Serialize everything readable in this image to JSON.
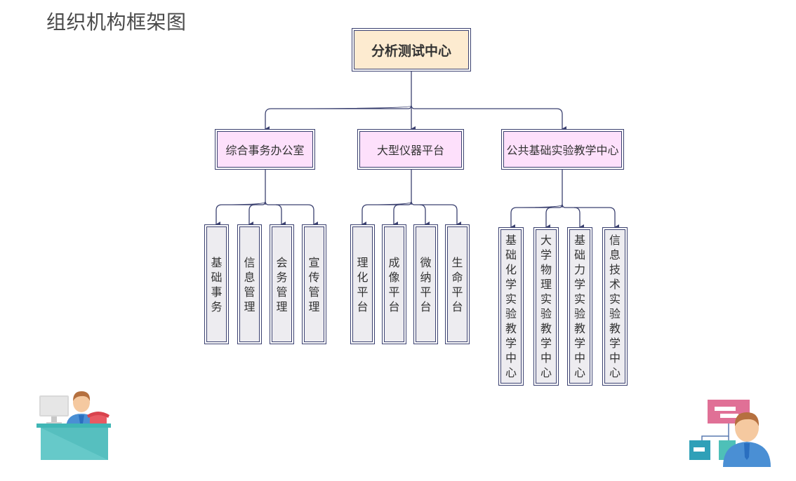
{
  "title": "组织机构框架图",
  "colors": {
    "line": "#3b4170",
    "root_fill": "#fdebd0",
    "level2_fill": "#fde0fb",
    "leaf_fill": "#edecf0"
  },
  "root": {
    "label": "分析测试中心"
  },
  "departments": [
    {
      "label": "综合事务办公室",
      "children": [
        "基础事务",
        "信息管理",
        "会务管理",
        "宣传管理"
      ]
    },
    {
      "label": "大型仪器平台",
      "children": [
        "理化平台",
        "成像平台",
        "微纳平台",
        "生命平台"
      ]
    },
    {
      "label": "公共基础实验教学中心",
      "children": [
        "基础化学实验教学中心",
        "大学物理实验教学中心",
        "基础力学实验教学中心",
        "信息技术实验教学中心"
      ]
    }
  ],
  "illustrations": {
    "left": "office-worker-at-desk-icon",
    "right": "manager-with-org-chart-icon"
  }
}
